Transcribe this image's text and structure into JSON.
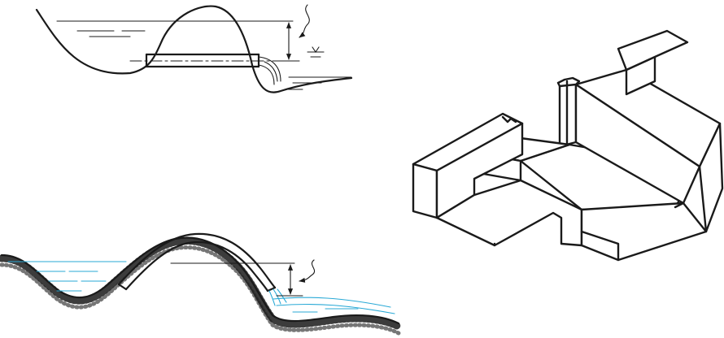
{
  "figure": {
    "panels": [
      "pipe-through-embankment",
      "siphon-over-ridge",
      "weir-isometric"
    ],
    "colors": {
      "ink": "#1a1a1a",
      "water": "#29a9d6",
      "soil": "#1a1a1a",
      "background": "#ffffff"
    },
    "icons": [
      "squiggle-arrow-icon",
      "dimension-arrow-icon",
      "water-level-icon"
    ]
  }
}
